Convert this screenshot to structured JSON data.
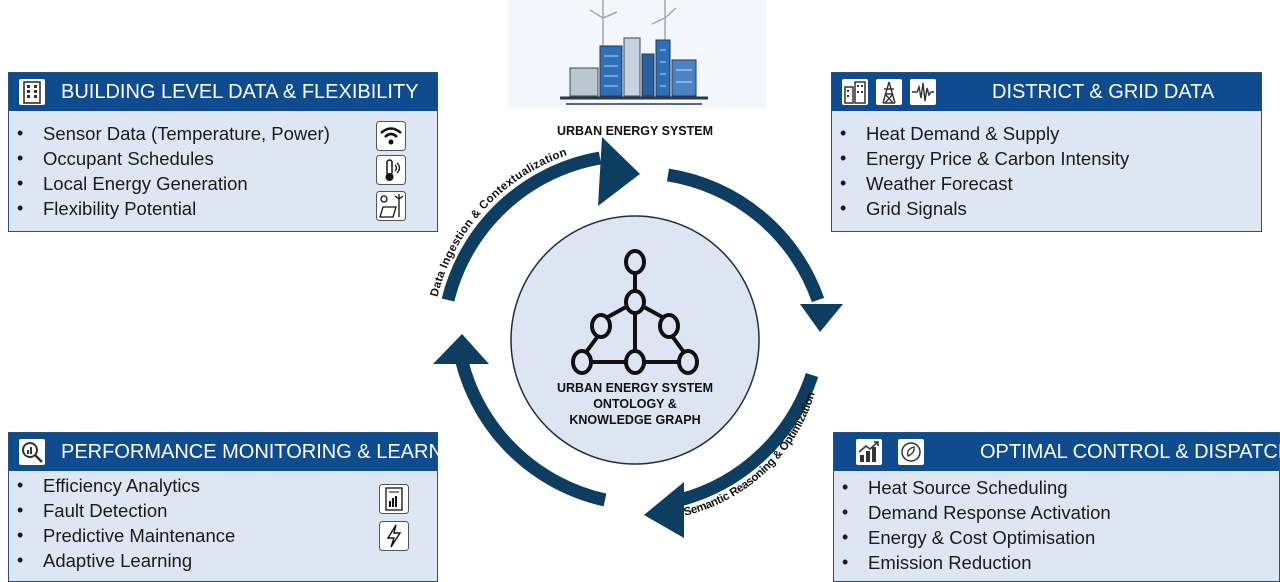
{
  "center": {
    "top_label": "URBAN ENERGY SYSTEM",
    "core_lines": [
      "URBAN ENERGY SYSTEM",
      "ONTOLOGY &",
      "KNOWLEDGE GRAPH"
    ],
    "arc_left_label": "Data Ingestion & Contextualization",
    "arc_right_label": "Semantic Reasoning & Optimization"
  },
  "panels": {
    "building": {
      "title": "BUILDING LEVEL DATA & FLEXIBILITY",
      "header_icon": "building-icon",
      "items": [
        "Sensor Data (Temperature, Power)",
        "Occupant Schedules",
        "Local Energy Generation",
        "Flexibility Potential"
      ],
      "side_icons": [
        "wifi-icon",
        "thermometer-icon",
        "solar-wind-icon"
      ]
    },
    "district": {
      "title": "DISTRICT & GRID DATA",
      "header_icons": [
        "buildings-icon",
        "power-tower-icon",
        "signal-wave-icon"
      ],
      "items": [
        "Heat Demand & Supply",
        "Energy Price & Carbon Intensity",
        "Weather Forecast",
        "Grid Signals"
      ]
    },
    "monitoring": {
      "title": "PERFORMANCE MONITORING & LEARNING",
      "header_icon": "analytics-icon",
      "items": [
        "Efficiency Analytics",
        "Fault Detection",
        "Predictive Maintenance",
        "Adaptive Learning"
      ],
      "side_icons": [
        "report-chart-icon",
        "lightning-icon"
      ]
    },
    "control": {
      "title": "OPTIMAL CONTROL & DISPATCH",
      "header_icons": [
        "growth-chart-icon",
        "recycle-icon"
      ],
      "items": [
        "Heat Source Scheduling",
        "Demand Response Activation",
        "Energy & Cost Optimisation",
        "Emission Reduction"
      ]
    }
  },
  "colors": {
    "header": "#0f4c8f",
    "panel_bg": "#dfe6f3",
    "arrow": "#0e3d62",
    "core_bg": "#dde4f2"
  }
}
